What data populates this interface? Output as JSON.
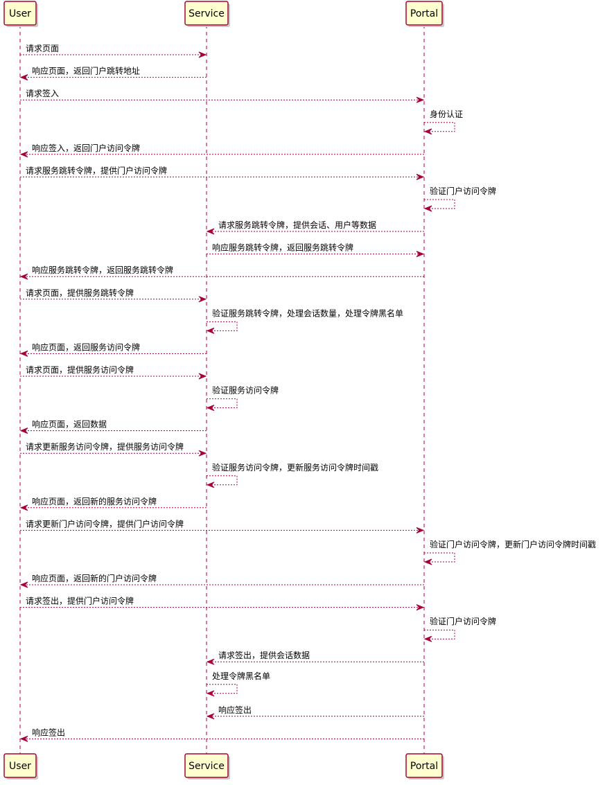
{
  "participants": [
    {
      "id": "user",
      "label": "User"
    },
    {
      "id": "service",
      "label": "Service"
    },
    {
      "id": "portal",
      "label": "Portal"
    }
  ],
  "colors": {
    "line": "#a80036",
    "box": "#fefece"
  },
  "messages": [
    {
      "from": "user",
      "to": "service",
      "label": "请求页面"
    },
    {
      "from": "service",
      "to": "user",
      "label": "响应页面，返回门户跳转地址"
    },
    {
      "from": "user",
      "to": "portal",
      "label": "请求签入"
    },
    {
      "from": "portal",
      "to": "portal",
      "label": "身份认证"
    },
    {
      "from": "portal",
      "to": "user",
      "label": "响应签入，返回门户访问令牌"
    },
    {
      "from": "user",
      "to": "portal",
      "label": "请求服务跳转令牌，提供门户访问令牌"
    },
    {
      "from": "portal",
      "to": "portal",
      "label": "验证门户访问令牌"
    },
    {
      "from": "portal",
      "to": "service",
      "label": "请求服务跳转令牌，提供会话、用户等数据"
    },
    {
      "from": "service",
      "to": "portal",
      "label": "响应服务跳转令牌，返回服务跳转令牌"
    },
    {
      "from": "portal",
      "to": "user",
      "label": "响应服务跳转令牌，返回服务跳转令牌"
    },
    {
      "from": "user",
      "to": "service",
      "label": "请求页面，提供服务跳转令牌"
    },
    {
      "from": "service",
      "to": "service",
      "label": "验证服务跳转令牌，处理会话数量，处理令牌黑名单"
    },
    {
      "from": "service",
      "to": "user",
      "label": "响应页面，返回服务访问令牌"
    },
    {
      "from": "user",
      "to": "service",
      "label": "请求页面，提供服务访问令牌"
    },
    {
      "from": "service",
      "to": "service",
      "label": "验证服务访问令牌"
    },
    {
      "from": "service",
      "to": "user",
      "label": "响应页面，返回数据"
    },
    {
      "from": "user",
      "to": "service",
      "label": "请求更新服务访问令牌，提供服务访问令牌"
    },
    {
      "from": "service",
      "to": "service",
      "label": "验证服务访问令牌，更新服务访问令牌时间戳"
    },
    {
      "from": "service",
      "to": "user",
      "label": "响应页面，返回新的服务访问令牌"
    },
    {
      "from": "user",
      "to": "portal",
      "label": "请求更新门户访问令牌，提供门户访问令牌"
    },
    {
      "from": "portal",
      "to": "portal",
      "label": "验证门户访问令牌，更新门户访问令牌时间戳"
    },
    {
      "from": "portal",
      "to": "user",
      "label": "响应页面，返回新的门户访问令牌"
    },
    {
      "from": "user",
      "to": "portal",
      "label": "请求签出，提供门户访问令牌"
    },
    {
      "from": "portal",
      "to": "portal",
      "label": "验证门户访问令牌"
    },
    {
      "from": "portal",
      "to": "service",
      "label": "请求签出，提供会话数据"
    },
    {
      "from": "service",
      "to": "service",
      "label": "处理令牌黑名单"
    },
    {
      "from": "portal",
      "to": "service",
      "label": "响应签出"
    },
    {
      "from": "portal",
      "to": "user",
      "label": "响应签出"
    }
  ]
}
